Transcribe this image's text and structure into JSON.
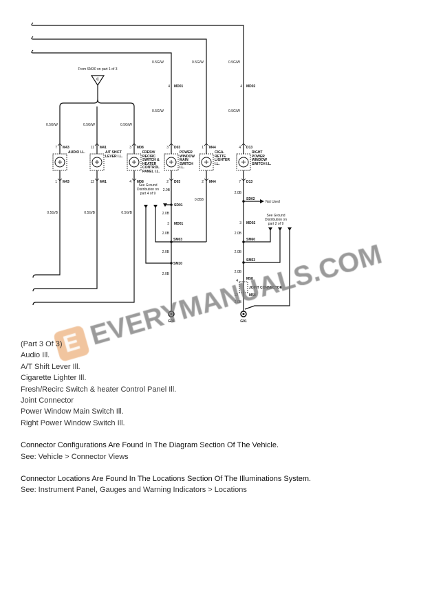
{
  "diagram": {
    "source_note": "From SM30 on part 1 of 3",
    "source_connector": "C",
    "wire_top": "0.5G/W",
    "wire_bottom": "0.5G/B",
    "wire_ground": "2.0B",
    "wire_cig": "0.85B",
    "components": [
      {
        "name": "AUDIO I.L.",
        "pin_top": "7",
        "conn_top": "M43",
        "pin_bot": "1",
        "conn_bot": "M43"
      },
      {
        "name": "A/T SHIFT LEVER I.L.",
        "pin_top": "11",
        "conn_top": "M41",
        "pin_bot": "12",
        "conn_bot": "M41"
      },
      {
        "name": "FRESH/ RECIRC SWITCH & HEATER CONTROL PANEL I.L.",
        "pin_top": "3",
        "conn_top": "M08",
        "pin_bot": "4",
        "conn_bot": "M08"
      },
      {
        "name": "POWER WINDOW MAIN SWITCH I.L.",
        "pin_top": "3",
        "conn_top": "D03",
        "pin_bot": "2",
        "conn_bot": "D03"
      },
      {
        "name": "CIGA- RETTE LIGHTER I.L.",
        "pin_top": "1",
        "conn_top": "M44",
        "pin_bot": "2",
        "conn_bot": "M44"
      },
      {
        "name": "RIGHT POWER WINDOW SWITCH I.L.",
        "pin_top": "4",
        "conn_top": "D13",
        "pin_bot": "7",
        "conn_bot": "D13"
      }
    ],
    "md01_top": "MD01",
    "md01_top_pin": "4",
    "md02_top": "MD02",
    "md02_top_pin": "4",
    "ground_note_left": "See Ground Distribution on part 4 of 9",
    "ground_note_right": "See Ground Distribution on part 2 of 9",
    "splices_left": [
      "SD01",
      "MD01",
      "SM03",
      "SM10"
    ],
    "md01_pin": "3",
    "splices_right": [
      "SD02",
      "MD02",
      "SM60",
      "SM53"
    ],
    "md02_pin": "3",
    "not_used": "Not Used",
    "joint": "JOINT CONNECTOR",
    "joint_conn": "M58",
    "joint_pin_top": "4",
    "joint_pin_bot": "12",
    "ground_left": "G03",
    "ground_right": "G01"
  },
  "watermark": "EVERYMANUALS.COM",
  "watermark_logo": "E",
  "notes": {
    "part": "(Part 3 Of 3)",
    "items": [
      "Audio Ill.",
      "A/T Shift Lever Ill.",
      "Cigarette Lighter Ill.",
      "Fresh/Recirc Switch & heater Control Panel Ill.",
      "Joint Connector",
      "Power Window Main Switch Ill.",
      "Right Power Window Switch Ill."
    ],
    "config_heading": "Connector Configurations Are Found In The Diagram Section Of The Vehicle.",
    "config_link": "See: Vehicle > Connector Views",
    "location_heading": "Connector Locations Are Found In The Locations Section Of The Illuminations System.",
    "location_link": "See: Instrument Panel, Gauges and Warning Indicators > Locations"
  }
}
